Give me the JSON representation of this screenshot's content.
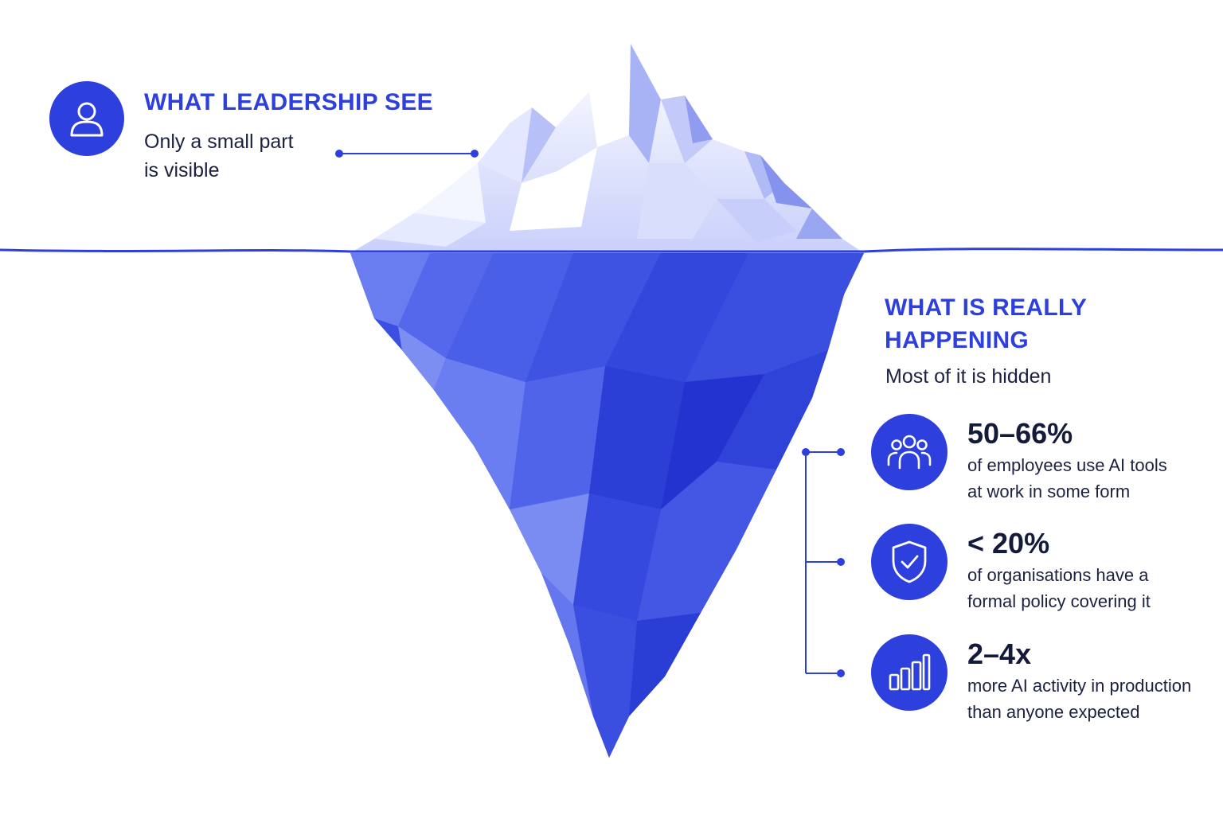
{
  "leadership": {
    "title": "WHAT LEADERSHIP SEE",
    "subtitle_line1": "Only a small part",
    "subtitle_line2": "is visible",
    "icon": "user-icon"
  },
  "reality": {
    "title_line1": "WHAT IS REALLY",
    "title_line2": "HAPPENING",
    "subtitle": "Most of it is hidden"
  },
  "stats": [
    {
      "value": "50–66%",
      "line1": "of employees use AI tools",
      "line2": "at work in some form",
      "icon": "people-group-icon"
    },
    {
      "value": "< 20%",
      "line1": "of organisations have a",
      "line2": "formal policy covering it",
      "icon": "shield-check-icon"
    },
    {
      "value": "2–4x",
      "line1": "more AI activity in production",
      "line2": "than anyone expected",
      "icon": "bar-chart-icon"
    }
  ],
  "colors": {
    "accent": "#2d3fdc",
    "iceberg_underwater": "#3b4fe0",
    "iceberg_tip": "#eef1ff",
    "text_dark": "#1c2140"
  }
}
